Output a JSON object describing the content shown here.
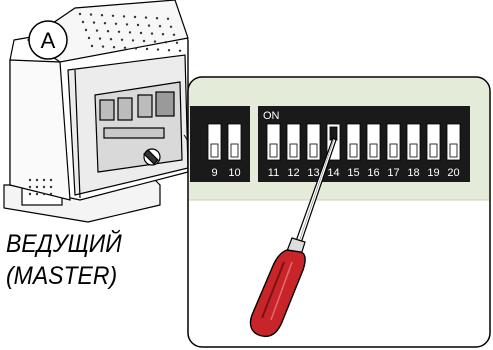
{
  "callout_letter": "A",
  "caption": {
    "line1": "ВЕДУЩИЙ",
    "line2": "(MASTER)"
  },
  "dip_block_left": {
    "numbers": [
      "9",
      "10"
    ]
  },
  "dip_block_right": {
    "header": "ON",
    "numbers": [
      "11",
      "12",
      "13",
      "14",
      "15",
      "16",
      "17",
      "18",
      "19",
      "20"
    ],
    "switch_states": [
      "off",
      "off",
      "off",
      "on",
      "off",
      "off",
      "off",
      "off",
      "off",
      "off"
    ]
  },
  "colors": {
    "panel_bg": "#e5ebd9",
    "dip_body": "#1a1a1a",
    "screwdriver_handle": "#c8252a",
    "outline": "#000000"
  },
  "icons": [
    "screwdriver-icon",
    "gate-motor-unit",
    "callout-bubble"
  ]
}
